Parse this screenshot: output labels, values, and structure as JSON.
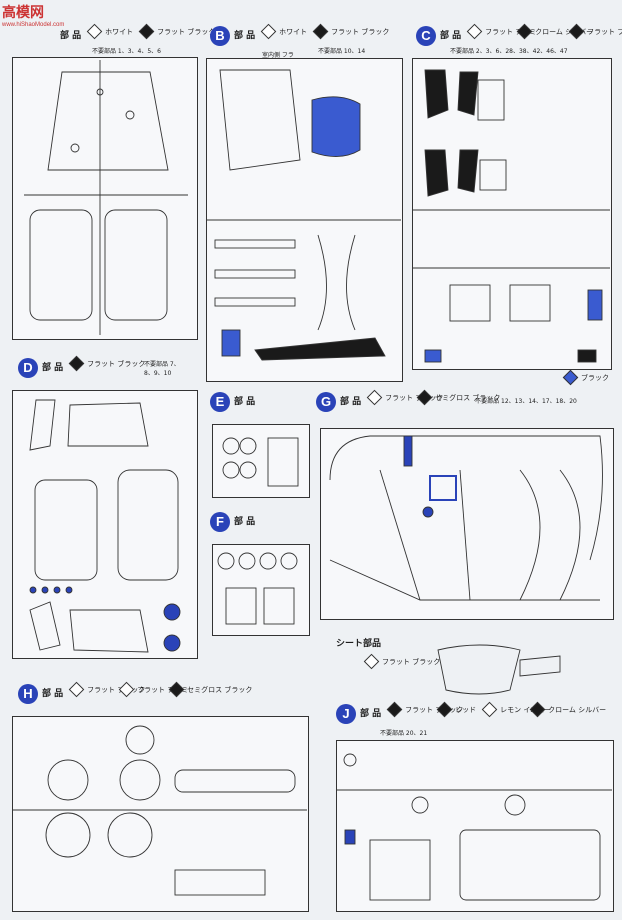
{
  "watermark": {
    "text": "高模网",
    "sub": "www.hiShaoModel.com"
  },
  "colors": {
    "accent": "#2a43b8",
    "black": "#1a1a1a",
    "white": "#ffffff",
    "blue_part": "#3a5bd0"
  },
  "sections": [
    {
      "id": "A",
      "letter": "",
      "bu": "部 品",
      "swatches": [
        {
          "label": "ホワイト",
          "fill": "#ffffff"
        },
        {
          "label": "フラット ブラック",
          "fill": "#1a1a1a"
        }
      ],
      "note": "不要部品 1、3、4、5、6"
    },
    {
      "id": "B",
      "letter": "B",
      "bu": "部 品",
      "swatches": [
        {
          "label": "ホワイト",
          "fill": "#ffffff"
        },
        {
          "label": "フラット ブラック",
          "fill": "#1a1a1a"
        }
      ],
      "note": "不要部品 10、14",
      "callout": "室内側 フラット ブラック"
    },
    {
      "id": "C",
      "letter": "C",
      "bu": "部 品",
      "swatches": [
        {
          "label": "フラット アルミ",
          "fill": "#ffffff"
        },
        {
          "label": "クローム シルバー",
          "fill": "#1a1a1a"
        },
        {
          "label": "フラット ブラック",
          "fill": "#1a1a1a"
        }
      ],
      "note": "不要部品 2、3、6、28、38、42、46、47"
    },
    {
      "id": "D",
      "letter": "D",
      "bu": "部 品",
      "swatches": [
        {
          "label": "フラット ブラック",
          "fill": "#1a1a1a"
        }
      ],
      "note": "不要部品 7、8、9、10"
    },
    {
      "id": "E",
      "letter": "E",
      "bu": "部 品",
      "swatches": [],
      "note": ""
    },
    {
      "id": "F",
      "letter": "F",
      "bu": "部 品",
      "swatches": [],
      "note": ""
    },
    {
      "id": "G",
      "letter": "G",
      "bu": "部 品",
      "swatches": [
        {
          "label": "フラット ブラック",
          "fill": "#ffffff"
        },
        {
          "label": "セミグロス ブラック",
          "fill": "#1a1a1a"
        }
      ],
      "note": "不要部品 12、13、14、17、18、20"
    },
    {
      "id": "H",
      "letter": "H",
      "bu": "部 品",
      "swatches": [
        {
          "label": "フラット ブラック",
          "fill": "#ffffff"
        },
        {
          "label": "フラット アルミ",
          "fill": "#ffffff"
        },
        {
          "label": "セミグロス ブラック",
          "fill": "#1a1a1a"
        }
      ],
      "note": ""
    },
    {
      "id": "J",
      "letter": "J",
      "bu": "部 品",
      "swatches": [
        {
          "label": "フラット ブラック",
          "fill": "#1a1a1a"
        },
        {
          "label": "レッド",
          "fill": "#1a1a1a"
        },
        {
          "label": "レモン イエロー",
          "fill": "#ffffff"
        },
        {
          "label": "クローム シルバー",
          "fill": "#1a1a1a"
        }
      ],
      "note": "不要部品 20、21"
    }
  ],
  "seat": {
    "label": "シート部品",
    "swatch": "フラット ブラック"
  },
  "c_extra": {
    "label": "ブラック"
  }
}
